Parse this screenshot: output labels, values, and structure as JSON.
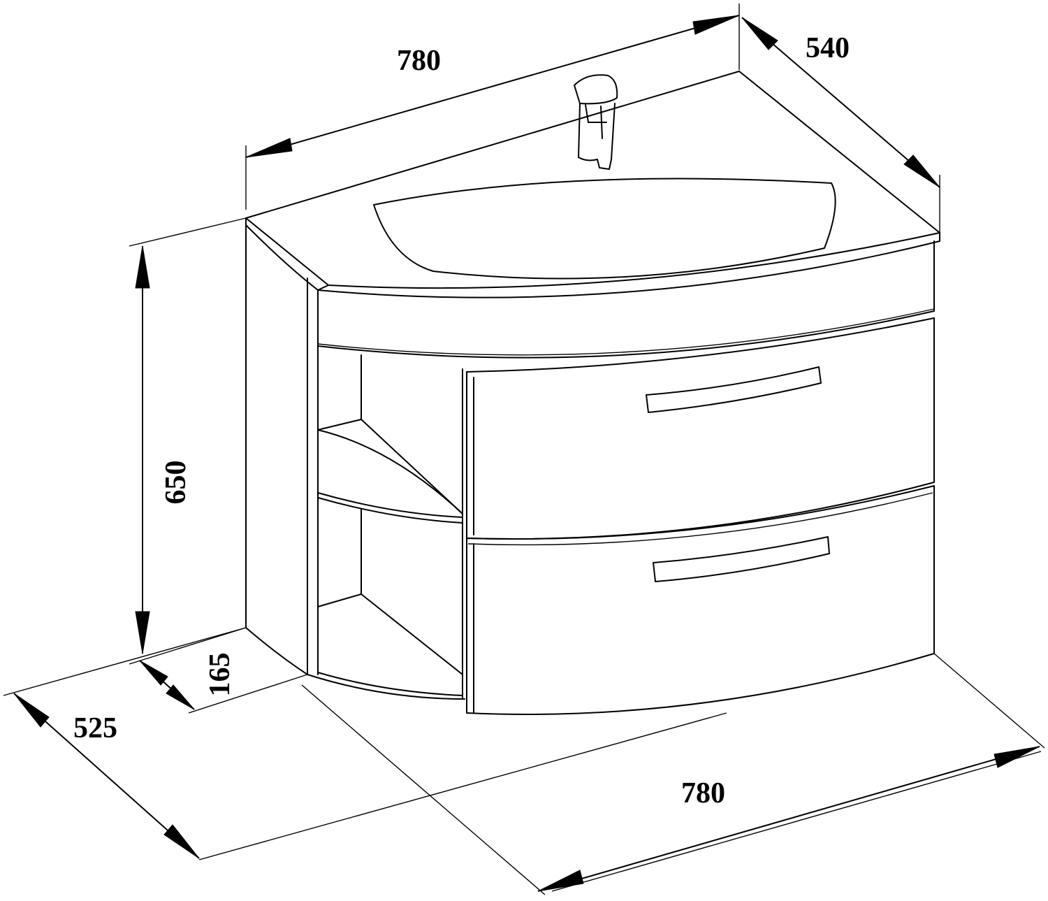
{
  "drawing": {
    "dimensions": {
      "top_width": "780",
      "top_depth": "540",
      "height": "650",
      "bottom_depth": "525",
      "shelf_depth": "165",
      "bottom_width": "780"
    }
  },
  "colors": {
    "stroke": "#000000",
    "background": "#ffffff"
  },
  "icons": [
    "faucet-icon",
    "basin-icon"
  ]
}
